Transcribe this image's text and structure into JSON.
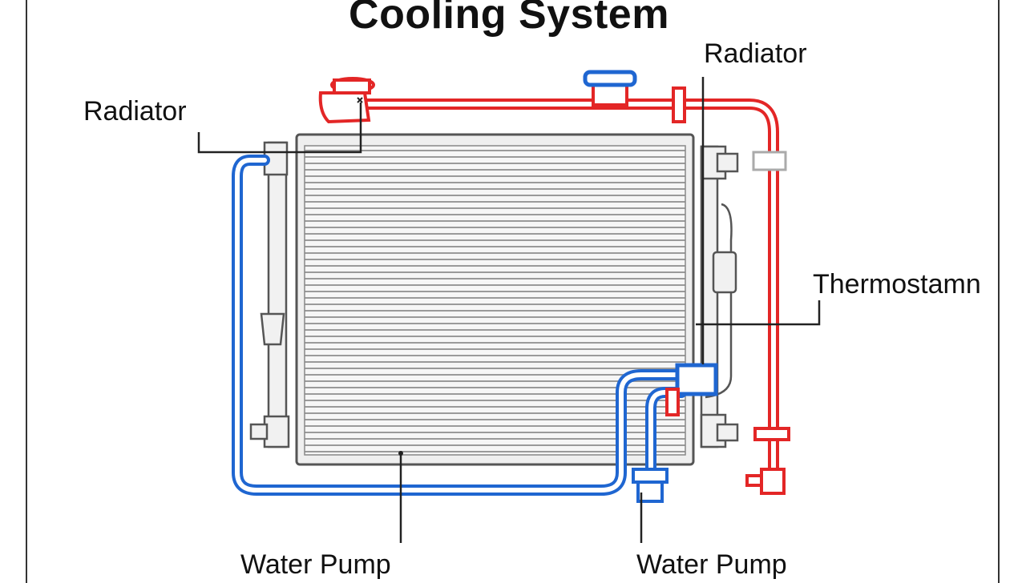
{
  "title": "Cooling System",
  "labels": {
    "radiator_left": "Radiator",
    "radiator_top": "Radiator",
    "thermostat": "Thermostamn",
    "water_pump_left": "Water Pump",
    "water_pump_right": "Water Pump"
  },
  "colors": {
    "hot_hose": "#e32626",
    "cold_hose": "#1f66d1",
    "outline": "#222222",
    "radiator_fill": "#f4f4f4",
    "fin_line": "#9a9a9a"
  }
}
